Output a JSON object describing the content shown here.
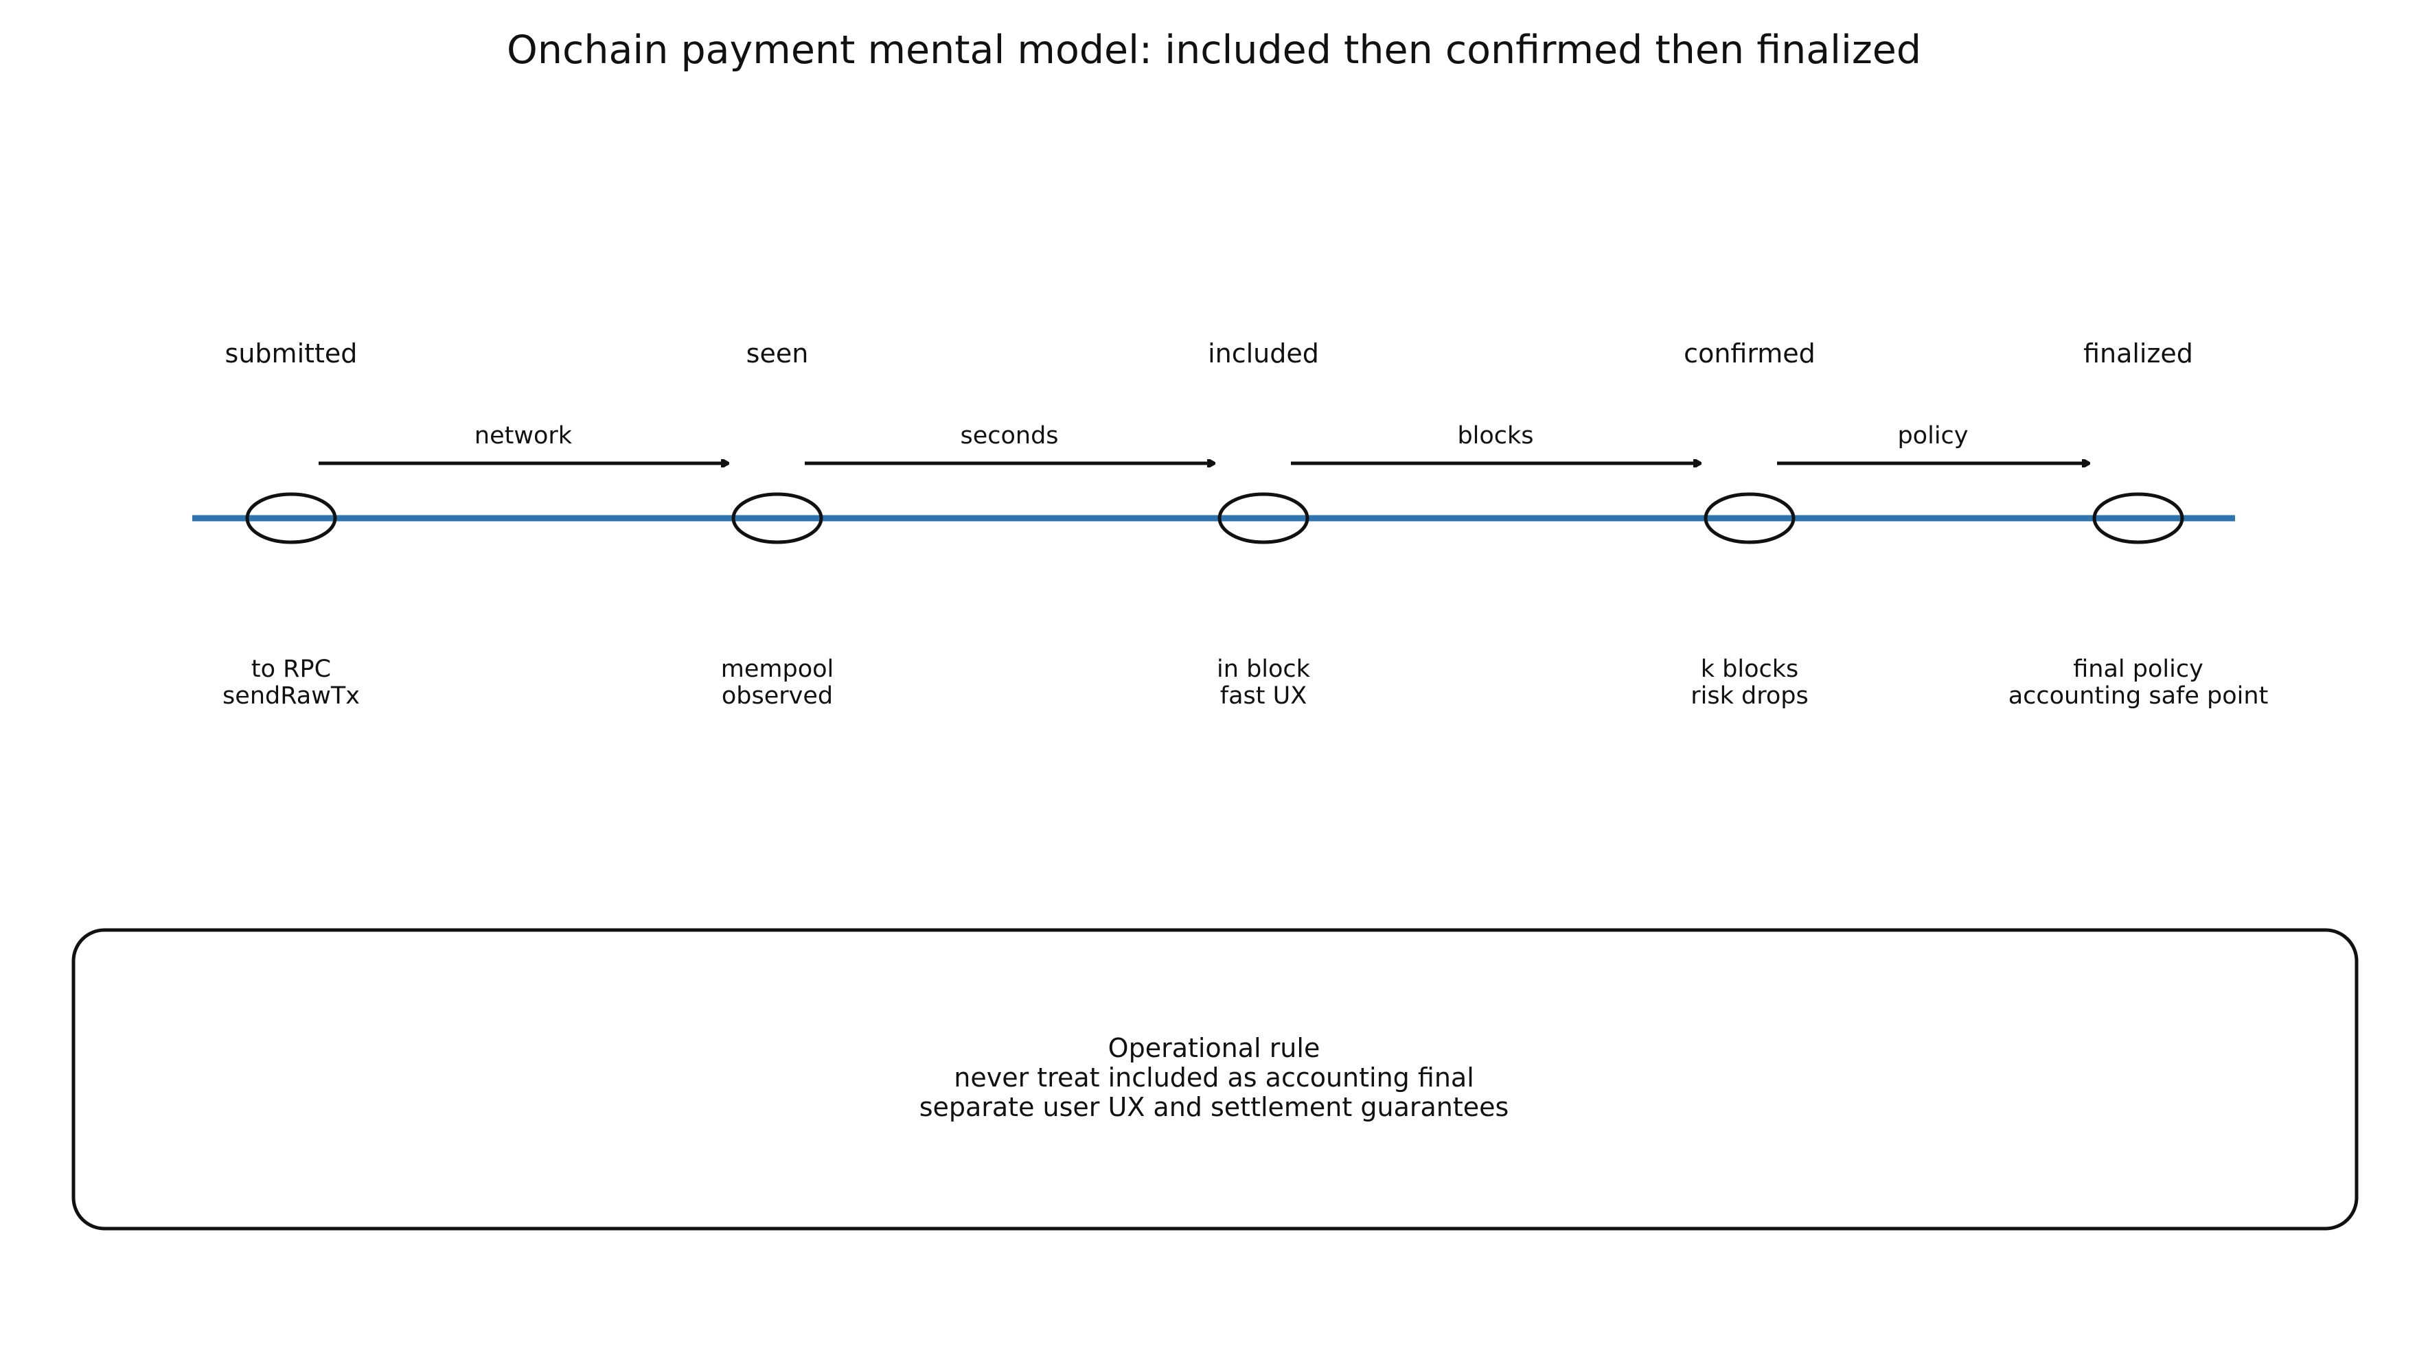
{
  "title": "Onchain payment mental model: included then confirmed then finalized",
  "colors": {
    "timeline": "#2E75B0",
    "ink": "#111111"
  },
  "stages": [
    {
      "label": "submitted",
      "desc": [
        "to RPC",
        "sendRawTx"
      ]
    },
    {
      "label": "seen",
      "desc": [
        "mempool",
        "observed"
      ]
    },
    {
      "label": "included",
      "desc": [
        "in block",
        "fast UX"
      ]
    },
    {
      "label": "confirmed",
      "desc": [
        "k blocks",
        "risk drops"
      ]
    },
    {
      "label": "finalized",
      "desc": [
        "final policy",
        "accounting safe point"
      ]
    }
  ],
  "transitions": [
    {
      "label": "network"
    },
    {
      "label": "seconds"
    },
    {
      "label": "blocks"
    },
    {
      "label": "policy"
    }
  ],
  "rule": {
    "lines": [
      "Operational rule",
      "never treat included as accounting final",
      "separate user UX and settlement guarantees"
    ]
  }
}
